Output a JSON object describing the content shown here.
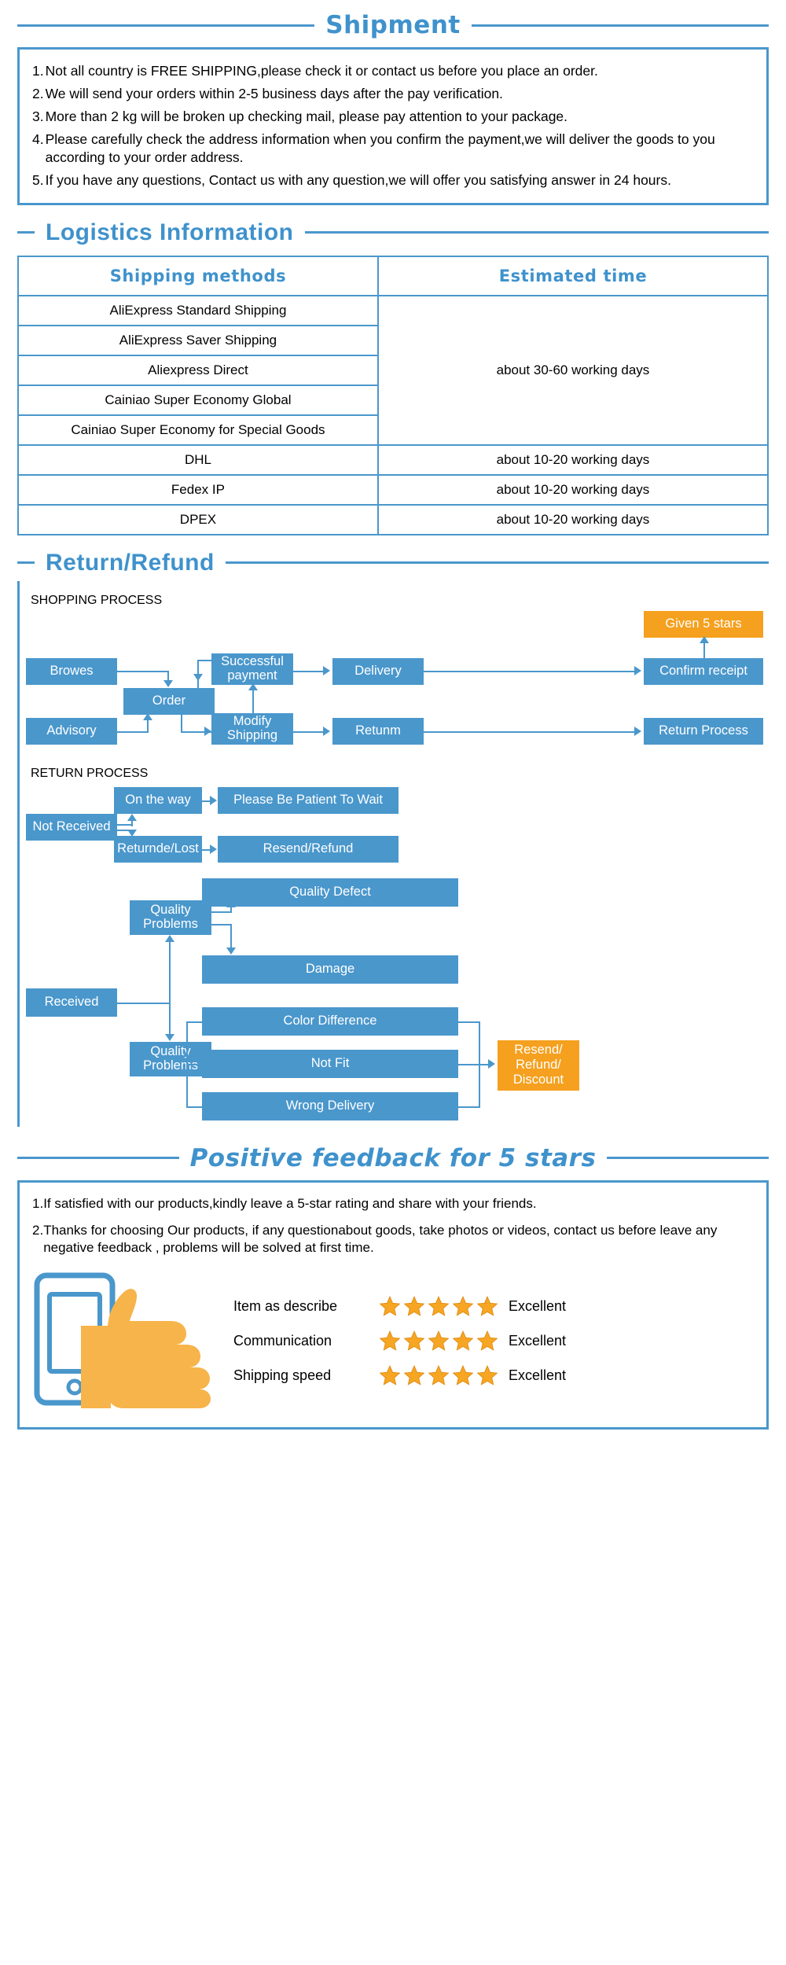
{
  "shipment": {
    "title": "Shipment",
    "items": [
      {
        "num": "1.",
        "text": "Not all country is FREE SHIPPING,please check it or contact us before you place an order."
      },
      {
        "num": "2.",
        "text": "We will send your orders within 2-5 business days after the pay verification."
      },
      {
        "num": "3.",
        "text": "More than 2 kg will be broken up checking mail, please pay attention to your package."
      },
      {
        "num": "4.",
        "text": "Please carefully check the address information when you confirm the payment,we will deliver the goods to you according to your order address."
      },
      {
        "num": "5.",
        "text": "If you have any questions, Contact us with any question,we will offer you satisfying answer in 24 hours."
      }
    ]
  },
  "logistics": {
    "title": "Logistics  Information",
    "columns": [
      "Shipping  methods",
      "Estimated  time"
    ],
    "rows": [
      {
        "method": "AliExpress Standard Shipping",
        "time": ""
      },
      {
        "method": "AliExpress Saver Shipping",
        "time": ""
      },
      {
        "method": "Aliexpress Direct",
        "time": ""
      },
      {
        "method": "Cainiao Super Economy Global",
        "time": ""
      },
      {
        "method": "Cainiao Super Economy for Special Goods",
        "time": ""
      },
      {
        "method": "DHL",
        "time": "about 10-20  working days"
      },
      {
        "method": "Fedex IP",
        "time": "about 10-20  working days"
      },
      {
        "method": "DPEX",
        "time": "about 10-20  working days"
      }
    ],
    "merged_time": "about 30-60 working days",
    "merged_span": 5
  },
  "returns": {
    "title": "Return/Refund",
    "shopping_label": "SHOPPING PROCESS",
    "return_label": "RETURN PROCESS",
    "shopping_nodes": {
      "browes": "Browes",
      "order": "Order",
      "advisory": "Advisory",
      "successful_payment": "Successful payment",
      "modify_shipping": "Modify Shipping",
      "delivery": "Delivery",
      "retunm": "Retunm",
      "confirm_receipt": "Confirm receipt",
      "return_process": "Return Process",
      "given_5_stars": "Given 5 stars"
    },
    "return_nodes": {
      "not_received": "Not Received",
      "on_the_way": "On the way",
      "please_be_patient": "Please Be Patient To Wait",
      "returnde_lost": "Returnde/Lost",
      "resend_refund": "Resend/Refund",
      "received": "Received",
      "quality_problems_1": "Quality Problems",
      "quality_problems_2": "Quality Problems",
      "quality_defect": "Quality Defect",
      "damage": "Damage",
      "color_difference": "Color Difference",
      "not_fit": "Not Fit",
      "wrong_delivery": "Wrong Delivery",
      "resend_refund_discount": "Resend/ Refund/ Discount"
    }
  },
  "feedback": {
    "title": "Positive feedback for 5 stars",
    "items": [
      {
        "num": "1.",
        "text": "If satisfied with our products,kindly leave a 5-star rating and share with your friends."
      },
      {
        "num": "2.",
        "text": "Thanks for choosing Our products, if any questionabout goods, take photos or videos, contact us before leave any negative feedback , problems will be solved at first time."
      }
    ],
    "ratings": [
      {
        "name": "Item as describe",
        "stars": 5,
        "verdict": "Excellent"
      },
      {
        "name": "Communication",
        "stars": 5,
        "verdict": "Excellent"
      },
      {
        "name": "Shipping speed",
        "stars": 5,
        "verdict": "Excellent"
      }
    ]
  },
  "colors": {
    "blue": "#4a97cc",
    "title_blue": "#3f92cc",
    "orange": "#f5a01e",
    "star": "#f6a623"
  }
}
